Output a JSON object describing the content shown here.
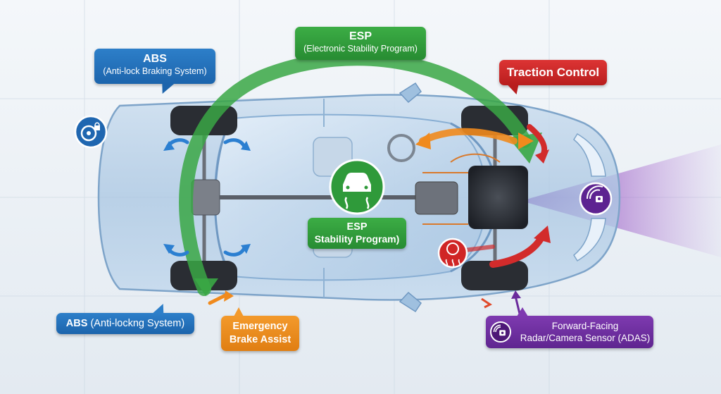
{
  "callouts": {
    "abs_top": {
      "title": "ABS",
      "subtitle": "(Anti-lock Braking System)"
    },
    "esp_top": {
      "title": "ESP",
      "subtitle": "(Electronic Stability Program)"
    },
    "traction": {
      "title": "Traction Control"
    },
    "esp_center": {
      "title": "ESP",
      "subtitle": "Stability Program)"
    },
    "abs_bottom": {
      "title": "ABS",
      "subtitle": "(Anti-lockng System)"
    },
    "emergency": {
      "line1": "Emergency",
      "line2": "Brake Assist"
    },
    "radar": {
      "line1": "Forward-Facing",
      "line2": "Radar/Camera Sensor (ADAS)"
    }
  },
  "icons": {
    "abs_wheel": "wheel-lock-icon",
    "esp_car": "car-skid-icon",
    "traction_wheel": "wheel-slip-icon",
    "radar_sensor": "radar-sensor-icon",
    "radar_badge": "camera-sensor-icon"
  },
  "colors": {
    "abs": "#1c64ac",
    "esp": "#2f9a3a",
    "traction": "#c92323",
    "emergency": "#f08a1d",
    "radar": "#6a2a9c",
    "car_body": "#bcd4ea"
  }
}
